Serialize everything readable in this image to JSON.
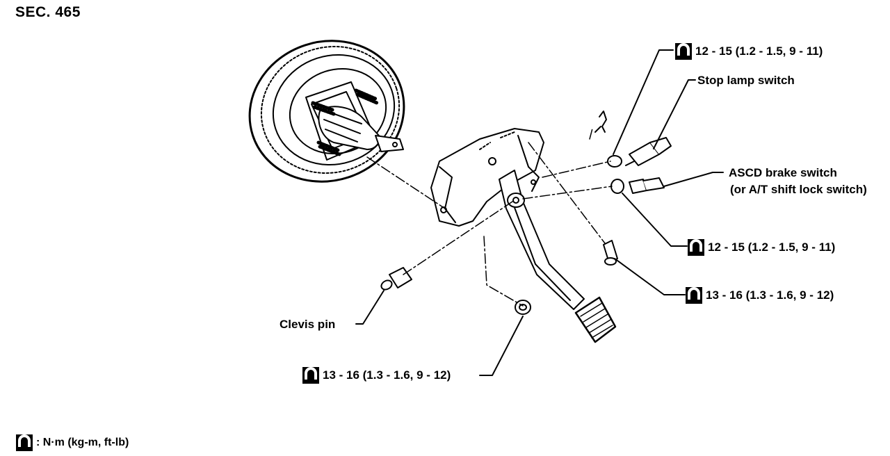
{
  "section": "SEC. 465",
  "callouts": {
    "torque_top": "12 - 15 (1.2 - 1.5, 9 - 11)",
    "stop_lamp_switch": "Stop lamp switch",
    "ascd_brake_switch": "ASCD brake switch",
    "ascd_brake_switch_alt": "(or A/T  shift lock switch)",
    "torque_mid": "12 - 15 (1.2 - 1.5, 9 - 11)",
    "torque_lower_right": "13 - 16 (1.3 - 1.6, 9 - 12)",
    "clevis_pin": "Clevis pin",
    "torque_bottom": "13 - 16 (1.3 - 1.6, 9 - 12)"
  },
  "legend": {
    "units": ": N·m (kg-m, ft-lb)"
  },
  "icons": {
    "torque": "torque-wrench-icon"
  }
}
